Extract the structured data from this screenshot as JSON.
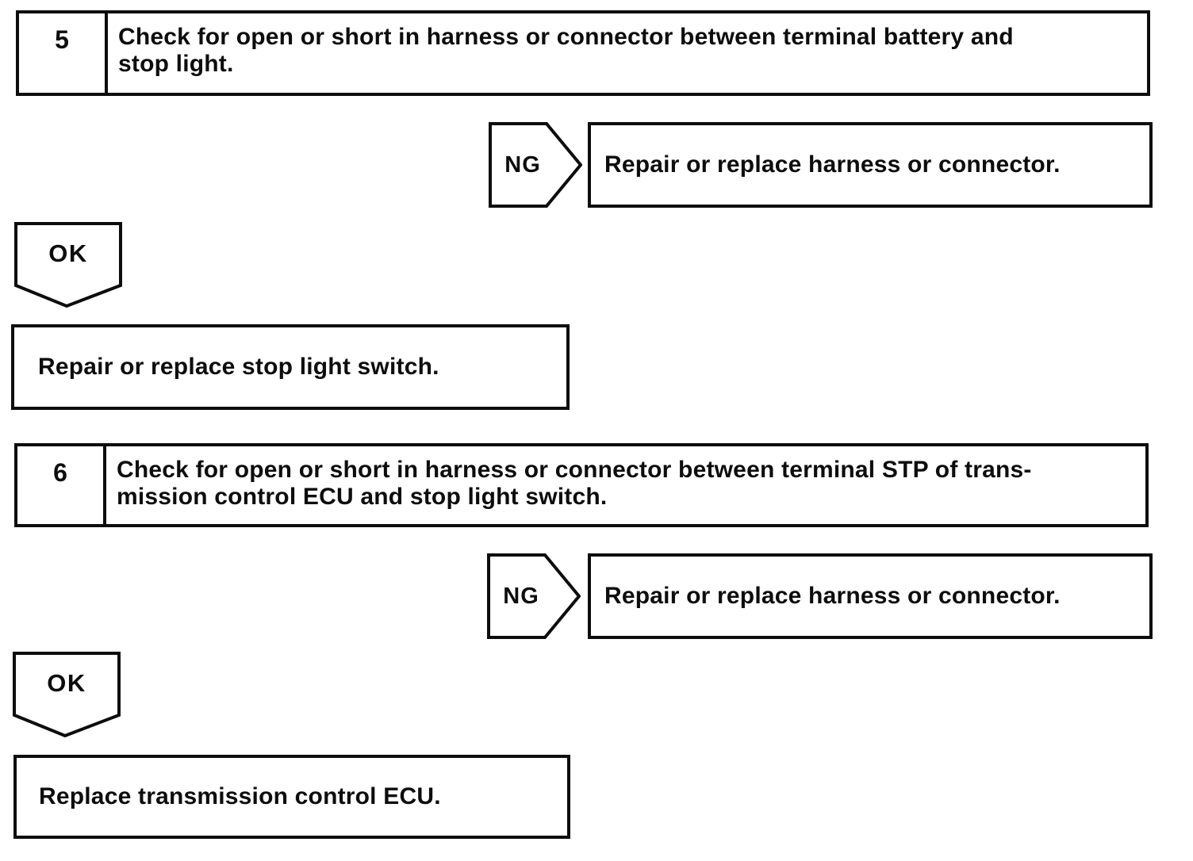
{
  "flowchart": {
    "steps": [
      {
        "number": "5",
        "question_lines": [
          "Check for open or short in harness or connector between terminal battery and",
          "stop light."
        ],
        "ng_label": "NG",
        "ng_action": "Repair or replace harness or connector.",
        "ok_label": "OK",
        "ok_action": "Repair or replace stop light switch."
      },
      {
        "number": "6",
        "question_lines": [
          "Check for open or short in harness or connector between terminal STP of trans-",
          "mission control ECU and stop light switch."
        ],
        "ng_label": "NG",
        "ng_action": "Repair or replace harness or connector.",
        "ok_label": "OK",
        "ok_action": "Replace transmission control ECU."
      }
    ],
    "colors": {
      "line": "#0d0d0d",
      "background": "#ffffff"
    }
  }
}
